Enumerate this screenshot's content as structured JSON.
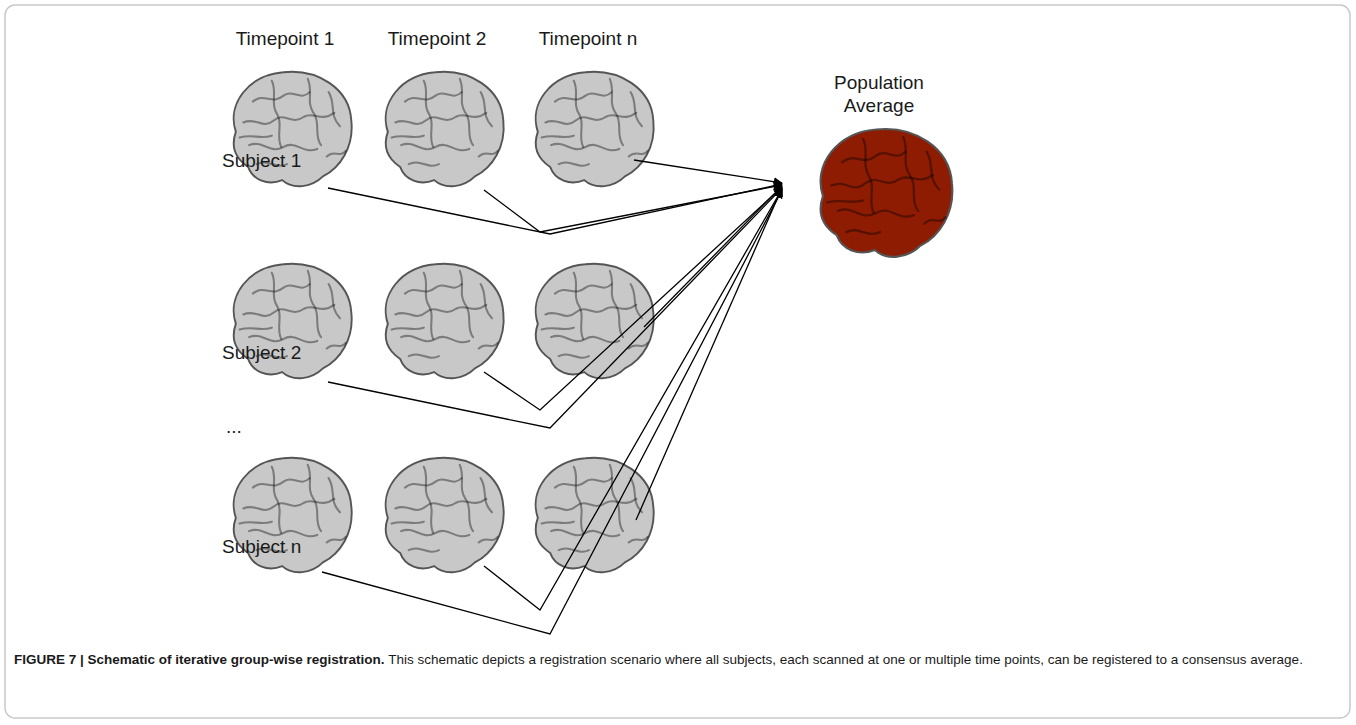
{
  "diagram": {
    "title": "FIGURE 7 | Schematic of iterative group-wise registration.",
    "caption": "This schematic depicts a registration scenario where all subjects, each scanned at one or multiple time points, can be registered to a consensus average.",
    "nodes": [
      {
        "text": [
          "Population Average"
        ]
      }
    ],
    "labels": [
      "Timepoint 1",
      "Timepoint 2",
      "Timepoint n",
      "Subject 1",
      "Subject 2",
      "...",
      "Subject n"
    ]
  }
}
